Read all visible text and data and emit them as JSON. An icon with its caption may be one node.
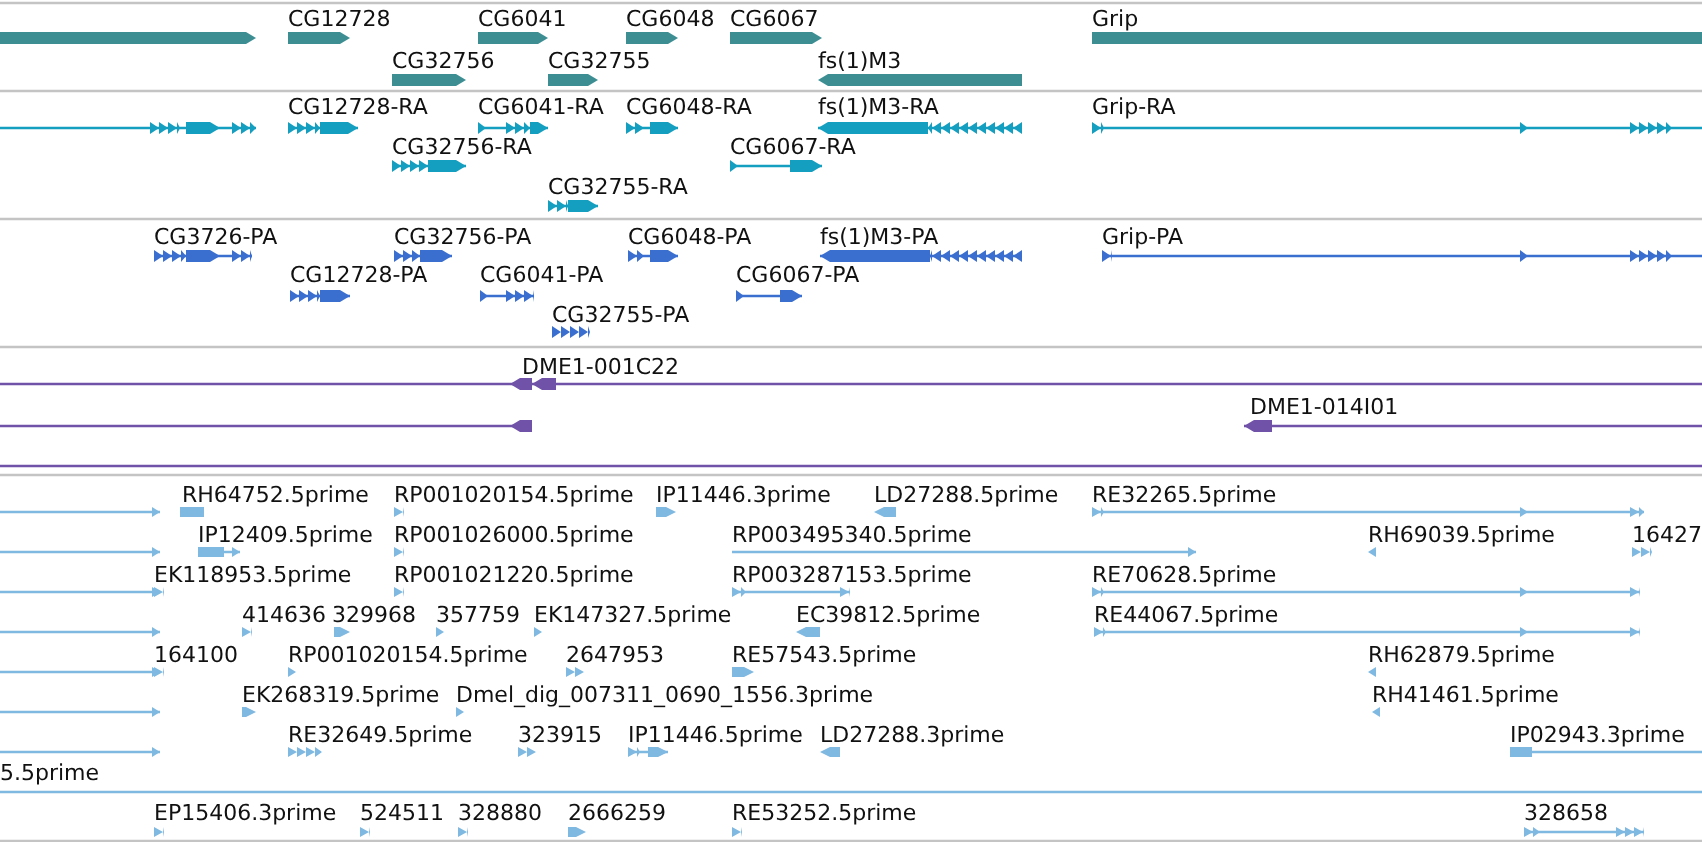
{
  "diagram": {
    "labels": [
      "CG12728",
      "CG6041",
      "CG6048",
      "CG6067",
      "Grip",
      "CG32756",
      "CG32755",
      "fs(1)M3",
      "CG12728-RA",
      "CG6041-RA",
      "CG6048-RA",
      "fs(1)M3-RA",
      "Grip-RA",
      "CG32756-RA",
      "CG6067-RA",
      "CG32755-RA",
      "CG3726-PA",
      "CG32756-PA",
      "CG6048-PA",
      "fs(1)M3-PA",
      "Grip-PA",
      "CG12728-PA",
      "CG6041-PA",
      "CG6067-PA",
      "CG32755-PA",
      "DME1-001C22",
      "DME1-014I01",
      "RH64752.5prime",
      "RP001020154.5prime",
      "IP11446.3prime",
      "LD27288.5prime",
      "RE32265.5prime",
      "IP12409.5prime",
      "RP001026000.5prime",
      "RP003495340.5prime",
      "RH69039.5prime",
      "16427",
      "EK118953.5prime",
      "RP001021220.5prime",
      "RP003287153.5prime",
      "RE70628.5prime",
      "414636",
      "329968",
      "357759",
      "EK147327.5prime",
      "EC39812.5prime",
      "RE44067.5prime",
      "164100",
      "RP001020154.5prime",
      "2647953",
      "RE57543.5prime",
      "RH62879.5prime",
      "EK268319.5prime",
      "Dmel_dig_007311_0690_1556.3prime",
      "RH41461.5prime",
      "RE32649.5prime",
      "323915",
      "IP11446.5prime",
      "LD27288.3prime",
      "IP02943.3prime",
      "5.5prime",
      "EP15406.3prime",
      "524511",
      "328880",
      "2666259",
      "RE53252.5prime",
      "328658"
    ]
  }
}
